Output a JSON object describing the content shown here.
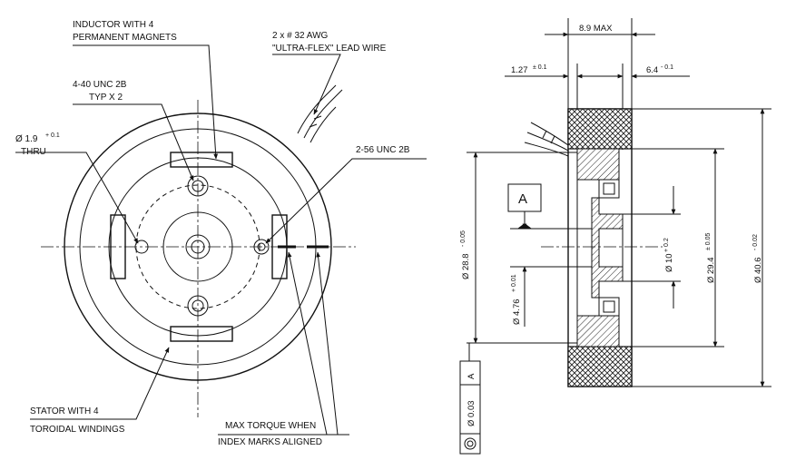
{
  "front_view": {
    "inductor_label_1": "INDUCTOR WITH 4",
    "inductor_label_2": "PERMANENT MAGNETS",
    "lead_wire_1": "2 x # 32 AWG",
    "lead_wire_2": "\"ULTRA-FLEX\" LEAD WIRE",
    "tap_1_label_1": "4-40 UNC 2B",
    "tap_1_label_2": "TYP X 2",
    "hole_label_1": "Ø 1.9",
    "hole_label_tol": "+ 0.1",
    "hole_label_2": "THRU",
    "tap_2_label": "2-56 UNC 2B",
    "stator_label_1": "STATOR WITH 4",
    "stator_label_2": "TOROIDAL WINDINGS",
    "torque_label_1": "MAX TORQUE WHEN",
    "torque_label_2": "INDEX MARKS ALIGNED"
  },
  "side_view": {
    "width_max": "8.9 MAX",
    "left_offset": "1.27",
    "left_offset_tol": "± 0.1",
    "right_offset": "6.4",
    "right_offset_tol": "- 0.1",
    "datum": "A",
    "dia_28": "Ø 28.8",
    "dia_28_tol": "- 0.05",
    "dia_476": "Ø 4.76",
    "dia_476_tol": "+ 0.01",
    "dia_10": "Ø 10",
    "dia_10_tol": "+ 0.2",
    "dia_294": "Ø 29.4",
    "dia_294_tol": "± 0.05",
    "dia_406": "Ø 40.6",
    "dia_406_tol": "- 0.02",
    "fcf_tolerance": "Ø 0.03",
    "fcf_datum": "A"
  }
}
